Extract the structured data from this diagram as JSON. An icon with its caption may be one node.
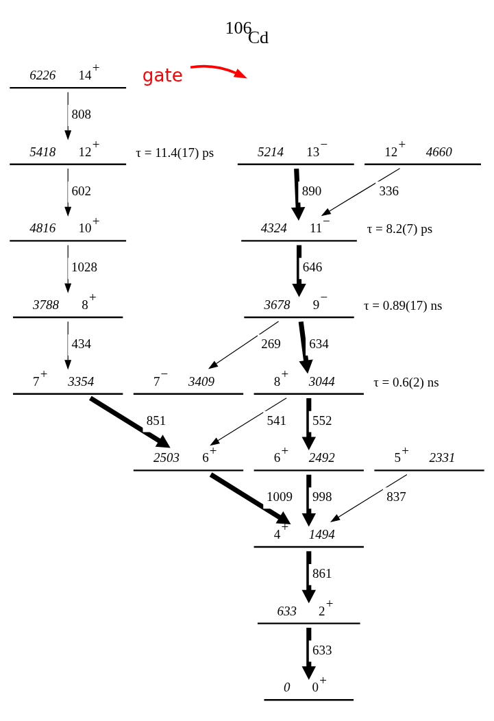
{
  "diagram": {
    "title": "$^{106}$Cd",
    "nodes": [
      {
        "text": [
          "6226",
          "14$^{+}$"
        ]
      },
      {
        "text": [
          "5418",
          "12$^{+}$"
        ],
        "beside": [
          "τ = 11.4(17) ps"
        ]
      },
      {
        "text": [
          "5214",
          "13$^{−}$"
        ]
      },
      {
        "text": [
          "4816",
          "10$^{+}$"
        ]
      },
      {
        "text": [
          "12$^{+}$",
          "4660"
        ]
      },
      {
        "text": [
          "4324",
          "11$^{−}$"
        ],
        "beside": [
          "τ = 8.2(7) ps"
        ]
      },
      {
        "text": [
          "3788",
          "8$^{+}$"
        ]
      },
      {
        "text": [
          "3678",
          "9$^{−}$"
        ],
        "beside": [
          "τ = 0.89(17) ns"
        ]
      },
      {
        "text": [
          "7$^{+}$",
          "3354"
        ]
      },
      {
        "text": [
          "7$^{−}$",
          "3409"
        ]
      },
      {
        "text": [
          "8$^{+}$",
          "3044"
        ],
        "beside": [
          "τ = 0.6(2) ns"
        ]
      },
      {
        "text": [
          "2503",
          "6$^{+}$"
        ]
      },
      {
        "text": [
          "6$^{+}$",
          "2492"
        ]
      },
      {
        "text": [
          "5$^{+}$",
          "2331"
        ]
      },
      {
        "text": [
          "4$^{+}$",
          "1494"
        ]
      },
      {
        "text": [
          "633",
          "2$^{+}$"
        ]
      },
      {
        "text": [
          "0",
          "0$^{+}$"
        ]
      },
      {
        "text": [
          "gate"
        ]
      }
    ],
    "edges": [
      {
        "from": 0,
        "to": 1,
        "arrow": "to",
        "label": "808"
      },
      {
        "from": 1,
        "to": 3,
        "arrow": "to",
        "label": "602"
      },
      {
        "from": 2,
        "to": 5,
        "arrow": "to",
        "label": "890",
        "style": "thick"
      },
      {
        "from": 3,
        "to": 6,
        "arrow": "to",
        "label": "1028"
      },
      {
        "from": 4,
        "to": 5,
        "arrow": "to",
        "label": "336"
      },
      {
        "from": 5,
        "to": 7,
        "arrow": "to",
        "label": "646",
        "style": "thick"
      },
      {
        "from": 6,
        "to": 8,
        "arrow": "to",
        "label": "434"
      },
      {
        "from": 7,
        "to": 9,
        "arrow": "to",
        "label": "269"
      },
      {
        "from": 7,
        "to": 10,
        "arrow": "to",
        "label": "634",
        "style": "thick"
      },
      {
        "from": 8,
        "to": 11,
        "arrow": "to",
        "label": "851",
        "style": "thick"
      },
      {
        "from": 10,
        "to": 11,
        "arrow": "to",
        "label": "541"
      },
      {
        "from": 10,
        "to": 12,
        "arrow": "to",
        "label": "552",
        "style": "thick"
      },
      {
        "from": 11,
        "to": 14,
        "arrow": "to",
        "label": "1009",
        "style": "thick"
      },
      {
        "from": 12,
        "to": 14,
        "arrow": "to",
        "label": "998",
        "style": "thick"
      },
      {
        "from": 13,
        "to": 14,
        "arrow": "to",
        "label": "837"
      },
      {
        "from": 14,
        "to": 15,
        "arrow": "to",
        "label": "861",
        "style": "thick"
      },
      {
        "from": 15,
        "to": 16,
        "arrow": "to",
        "label": "633",
        "style": "thick"
      },
      {
        "from": 17,
        "to": null,
        "arrow": "to",
        "color": "#ff0000"
      }
    ]
  }
}
